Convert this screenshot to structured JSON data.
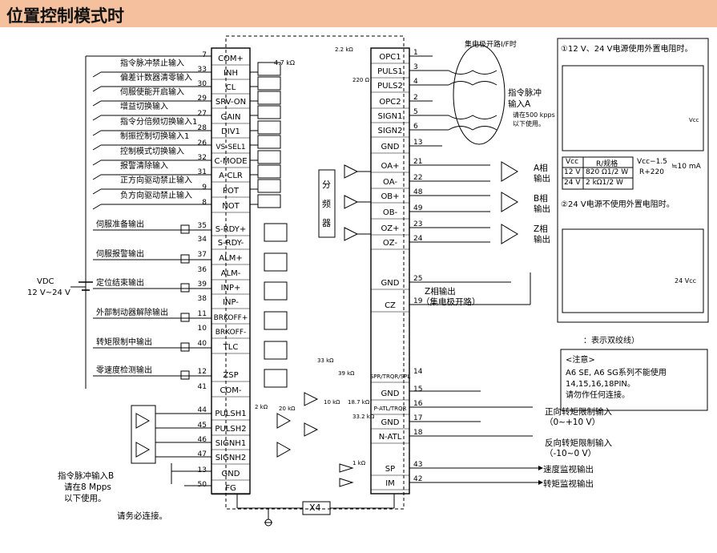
{
  "title": "位置控制模式时",
  "left_connector": {
    "pins": [
      {
        "num": "7",
        "name": "COM+"
      },
      {
        "num": "33",
        "name": "INH"
      },
      {
        "num": "30",
        "name": "CL"
      },
      {
        "num": "29",
        "name": "SRV-ON"
      },
      {
        "num": "27",
        "name": "GAIN"
      },
      {
        "num": "28",
        "name": "DIV1"
      },
      {
        "num": "26",
        "name": "VS-SEL1"
      },
      {
        "num": "32",
        "name": "C-MODE"
      },
      {
        "num": "31",
        "name": "A-CLR"
      },
      {
        "num": "9",
        "name": "POT"
      },
      {
        "num": "8",
        "name": "NOT"
      },
      {
        "num": "35",
        "name": "S-RDY+"
      },
      {
        "num": "34",
        "name": "S-RDY-"
      },
      {
        "num": "37",
        "name": "ALM+"
      },
      {
        "num": "36",
        "name": "ALM-"
      },
      {
        "num": "39",
        "name": "INP+"
      },
      {
        "num": "38",
        "name": "INP-"
      },
      {
        "num": "11",
        "name": "BRKOFF+"
      },
      {
        "num": "10",
        "name": "BRKOFF-"
      },
      {
        "num": "40",
        "name": "TLC"
      },
      {
        "num": "12",
        "name": "ZSP"
      },
      {
        "num": "41",
        "name": "COM-"
      },
      {
        "num": "44",
        "name": "PULSH1"
      },
      {
        "num": "45",
        "name": "PULSH2"
      },
      {
        "num": "46",
        "name": "SIGNH1"
      },
      {
        "num": "47",
        "name": "SIGNH2"
      },
      {
        "num": "13",
        "name": "GND"
      },
      {
        "num": "50",
        "name": "FG"
      }
    ],
    "input_labels": [
      "指令脉冲禁止输入",
      "偏差计数器清零输入",
      "伺服使能开启输入",
      "增益切换输入",
      "指令分倍频切换输入1",
      "制振控制切换输入1",
      "控制模式切换输入",
      "报警清除输入",
      "正方向驱动禁止输入",
      "负方向驱动禁止输入"
    ],
    "output_labels": [
      "伺服准备输出",
      "伺服报警输出",
      "定位结束输出",
      "外部制动器解除输出",
      "转矩限制中输出",
      "零速度检测输出"
    ]
  },
  "right_connector": {
    "pins": [
      {
        "num": "1",
        "name": "OPC1"
      },
      {
        "num": "3",
        "name": "PULS1"
      },
      {
        "num": "4",
        "name": "PULS2"
      },
      {
        "num": "2",
        "name": "OPC2"
      },
      {
        "num": "5",
        "name": "SIGN1"
      },
      {
        "num": "6",
        "name": "SIGN2"
      },
      {
        "num": "13",
        "name": "GND"
      },
      {
        "num": "21",
        "name": "OA+"
      },
      {
        "num": "22",
        "name": "OA-"
      },
      {
        "num": "48",
        "name": "OB+"
      },
      {
        "num": "49",
        "name": "OB-"
      },
      {
        "num": "23",
        "name": "OZ+"
      },
      {
        "num": "24",
        "name": "OZ-"
      },
      {
        "num": "25",
        "name": "GND"
      },
      {
        "num": "19",
        "name": "CZ"
      },
      {
        "num": "14",
        "name": "SPR/TRQR/SPL"
      },
      {
        "num": "15",
        "name": "GND"
      },
      {
        "num": "16",
        "name": "P-ATL/TRQR"
      },
      {
        "num": "17",
        "name": "GND"
      },
      {
        "num": "18",
        "name": "N-ATL"
      },
      {
        "num": "43",
        "name": "SP"
      },
      {
        "num": "42",
        "name": "IM"
      }
    ]
  },
  "labels": {
    "vdc": "VDC",
    "vdc_range": "12 V~24 V",
    "divider": [
      "分",
      "频",
      "器"
    ],
    "open_collector": "集电极开路I/F时",
    "cmd_pulse_a": [
      "指令脉冲",
      "输入A"
    ],
    "cmd_pulse_a_note": [
      "请在500 kpps",
      "以下使用。"
    ],
    "a_phase": [
      "A相",
      "输出"
    ],
    "b_phase": [
      "B相",
      "输出"
    ],
    "z_phase": [
      "Z相",
      "输出"
    ],
    "z_phase_output": [
      "Z相输出",
      "（集电极开路）"
    ],
    "cmd_pulse_b": [
      "指令脉冲输入B",
      "请在8 Mpps",
      "以下使用。"
    ],
    "must_connect": "请务必连接。",
    "x4": "X4",
    "twisted_pair": "：表示双绞线）",
    "fwd_torque": [
      "正向转矩限制输入",
      "（0~+10 V）"
    ],
    "rev_torque": [
      "反向转矩限制输入",
      "（-10~0 V）"
    ],
    "speed_monitor": "速度监视输出",
    "torque_monitor": "转矩监视输出",
    "resistor_47k": "4.7 kΩ",
    "resistor_22k": "2.2 kΩ",
    "resistor_220": "220 Ω",
    "resistor_33k": "33 kΩ",
    "resistor_20k": "20 kΩ",
    "resistor_2k": "2 kΩ",
    "resistor_10k": "10 kΩ",
    "resistor_1k": "1 kΩ",
    "resistor_187k": "18.7 kΩ",
    "resistor_332k": "33.2 kΩ",
    "resistor_39k": "39 kΩ",
    "zener": "Vcc"
  },
  "notes": {
    "n1": "①12 V、24 V电源使用外置电阻时。",
    "n2": "②24 V电源不使用外置电阻时。",
    "table_header": [
      "Vcc",
      "R/规格"
    ],
    "table_rows": [
      [
        "12 V",
        "820 Ω1/2 W"
      ],
      [
        "24 V",
        "2 kΩ1/2 W"
      ]
    ],
    "formula": [
      "Vcc−1.5",
      "R+220",
      "≒10 mA"
    ],
    "vcc24": "24 Vcc",
    "caution_title": "<注意>",
    "caution_lines": [
      "A6 SE, A6 SG系列不能使用",
      "14,15,16,18PIN。",
      "请勿作任何连接。"
    ]
  }
}
